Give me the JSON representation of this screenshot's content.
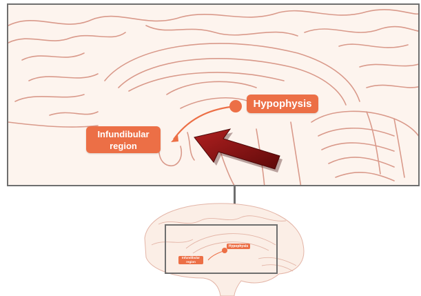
{
  "labels": {
    "hypophysis": "Hypophysis",
    "infundibular_line1": "Infundibular",
    "infundibular_line2": "region"
  },
  "thumbnail": {
    "hypophysis": "Hypophysis",
    "infundibular_line1": "Infundibular",
    "infundibular_line2": "region"
  },
  "colors": {
    "label_fill": "#ec6f46",
    "brain_outline": "#d9998a",
    "brain_fill": "#fdf4ee",
    "pointer_arrow": "#8b1414",
    "frame": "#6e6e6e"
  },
  "icons": {
    "pointer": "red-arrow-icon",
    "connector": "curved-arrow-icon"
  }
}
